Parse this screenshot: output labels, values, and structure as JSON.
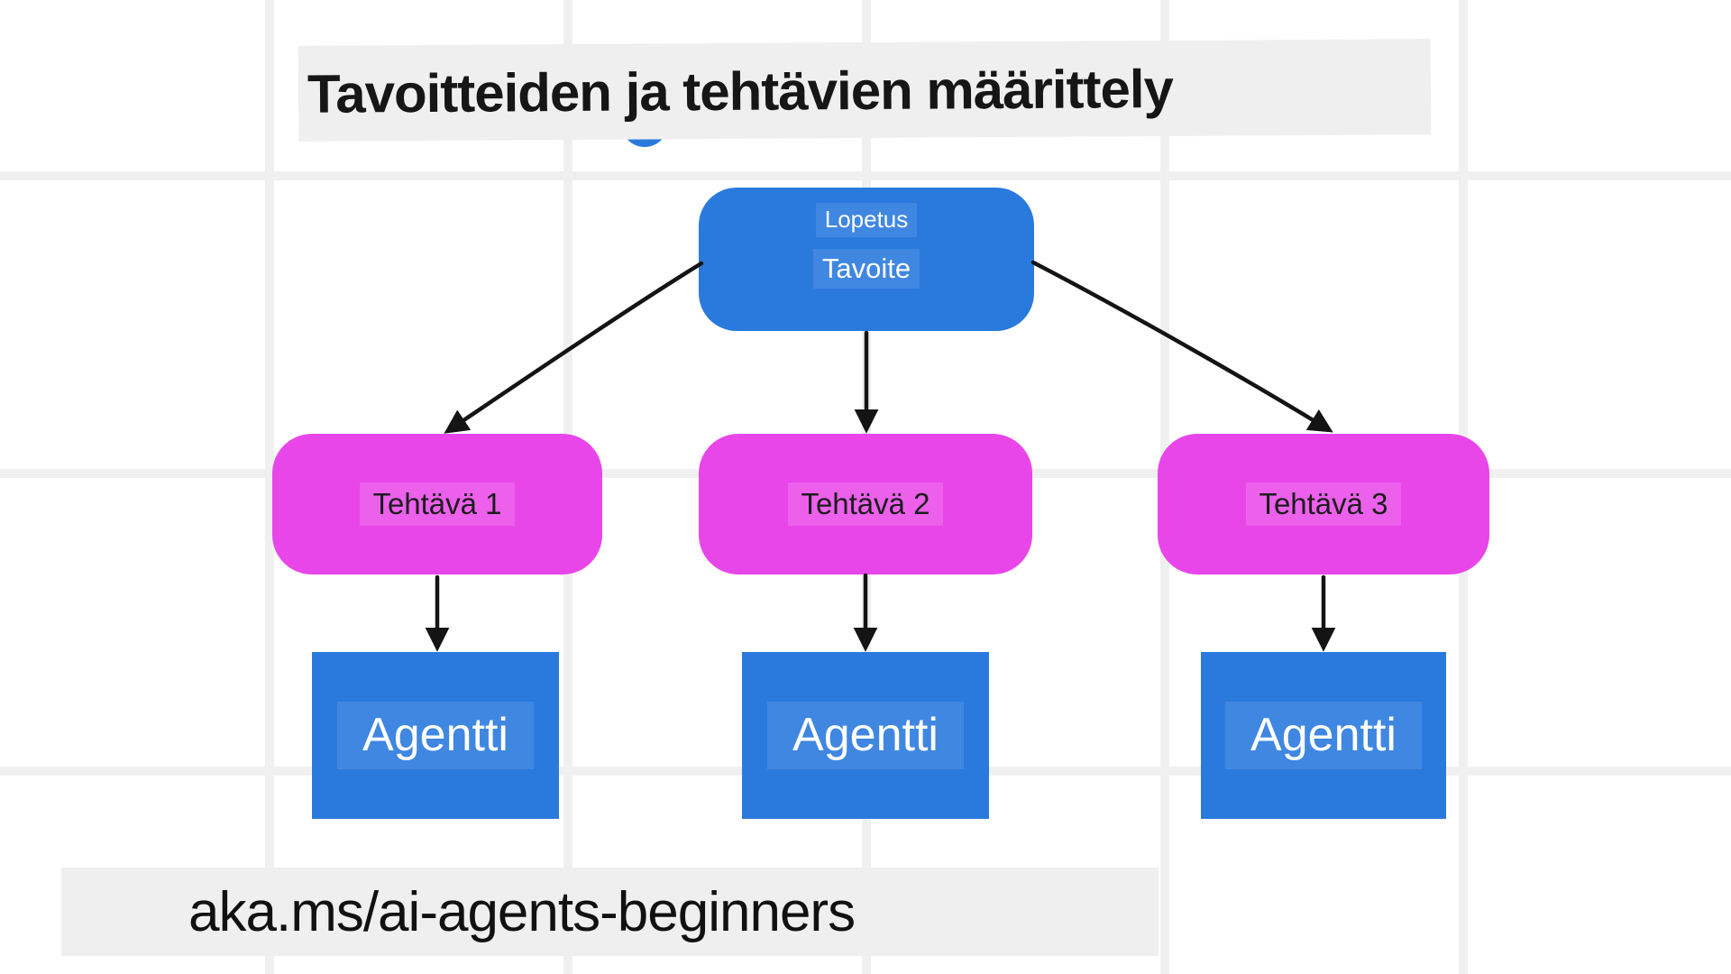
{
  "title": {
    "text": "Tavoitteiden ja tehtävien määrittely"
  },
  "footer": {
    "text": "aka.ms/ai-agents-beginners"
  },
  "diagram": {
    "goal": {
      "line1": "Lopetus",
      "line2": "Tavoite"
    },
    "tasks": [
      {
        "label": "Tehtävä 1"
      },
      {
        "label": "Tehtävä 2"
      },
      {
        "label": "Tehtävä 3"
      }
    ],
    "agents": [
      {
        "label": "Agentti"
      },
      {
        "label": "Agentti"
      },
      {
        "label": "Agentti"
      }
    ]
  },
  "colors": {
    "blue": "#2a7ade",
    "magenta": "#e946e9",
    "banner": "#efefef",
    "grid": "#f0f0f0",
    "arrow": "#141414",
    "ink": "#161616"
  }
}
